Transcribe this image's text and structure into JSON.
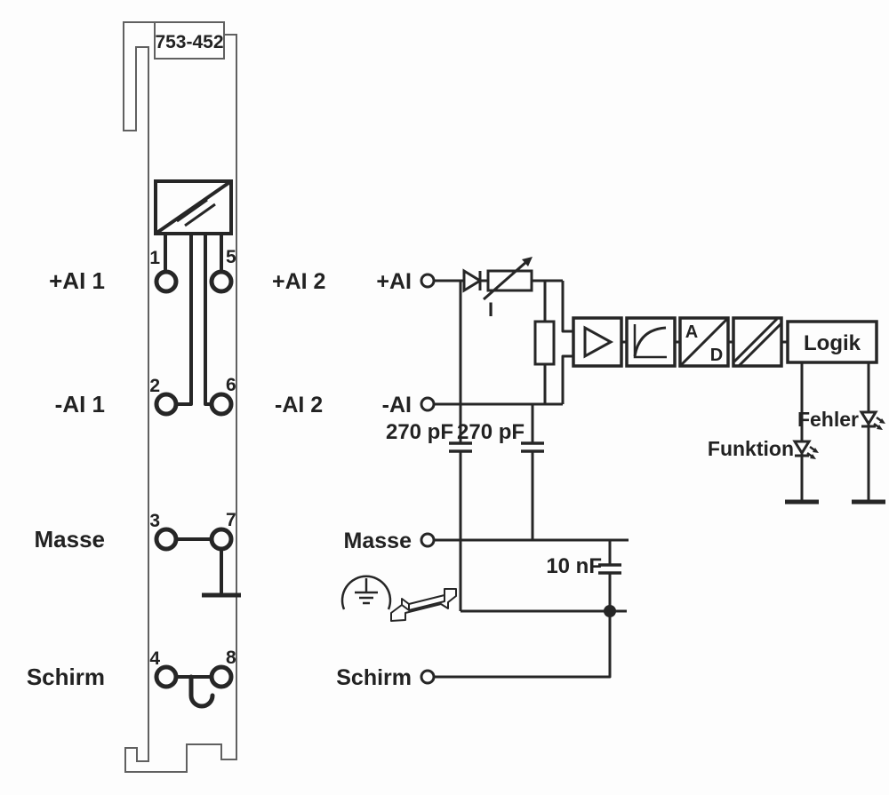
{
  "module": {
    "part_number": "753-452",
    "pin_numbers": [
      "1",
      "2",
      "3",
      "4",
      "5",
      "6",
      "7",
      "8"
    ],
    "left_labels": [
      "+AI 1",
      "-AI 1",
      "Masse",
      "Schirm"
    ],
    "right_labels": [
      "+AI 2",
      "-AI 2"
    ]
  },
  "schematic": {
    "terminal_labels": [
      "+AI",
      "-AI",
      "Masse",
      "Schirm"
    ],
    "current_source_label": "I",
    "capacitors": [
      "270 pF",
      "270 pF",
      "10 nF"
    ],
    "adc": {
      "top": "A",
      "bottom": "D"
    },
    "logic_label": "Logik",
    "leds": {
      "error": "Fehler",
      "function": "Funktion"
    }
  },
  "colors": {
    "ink": "#262626",
    "outline": "#606060",
    "background": "#fdfdfd"
  }
}
